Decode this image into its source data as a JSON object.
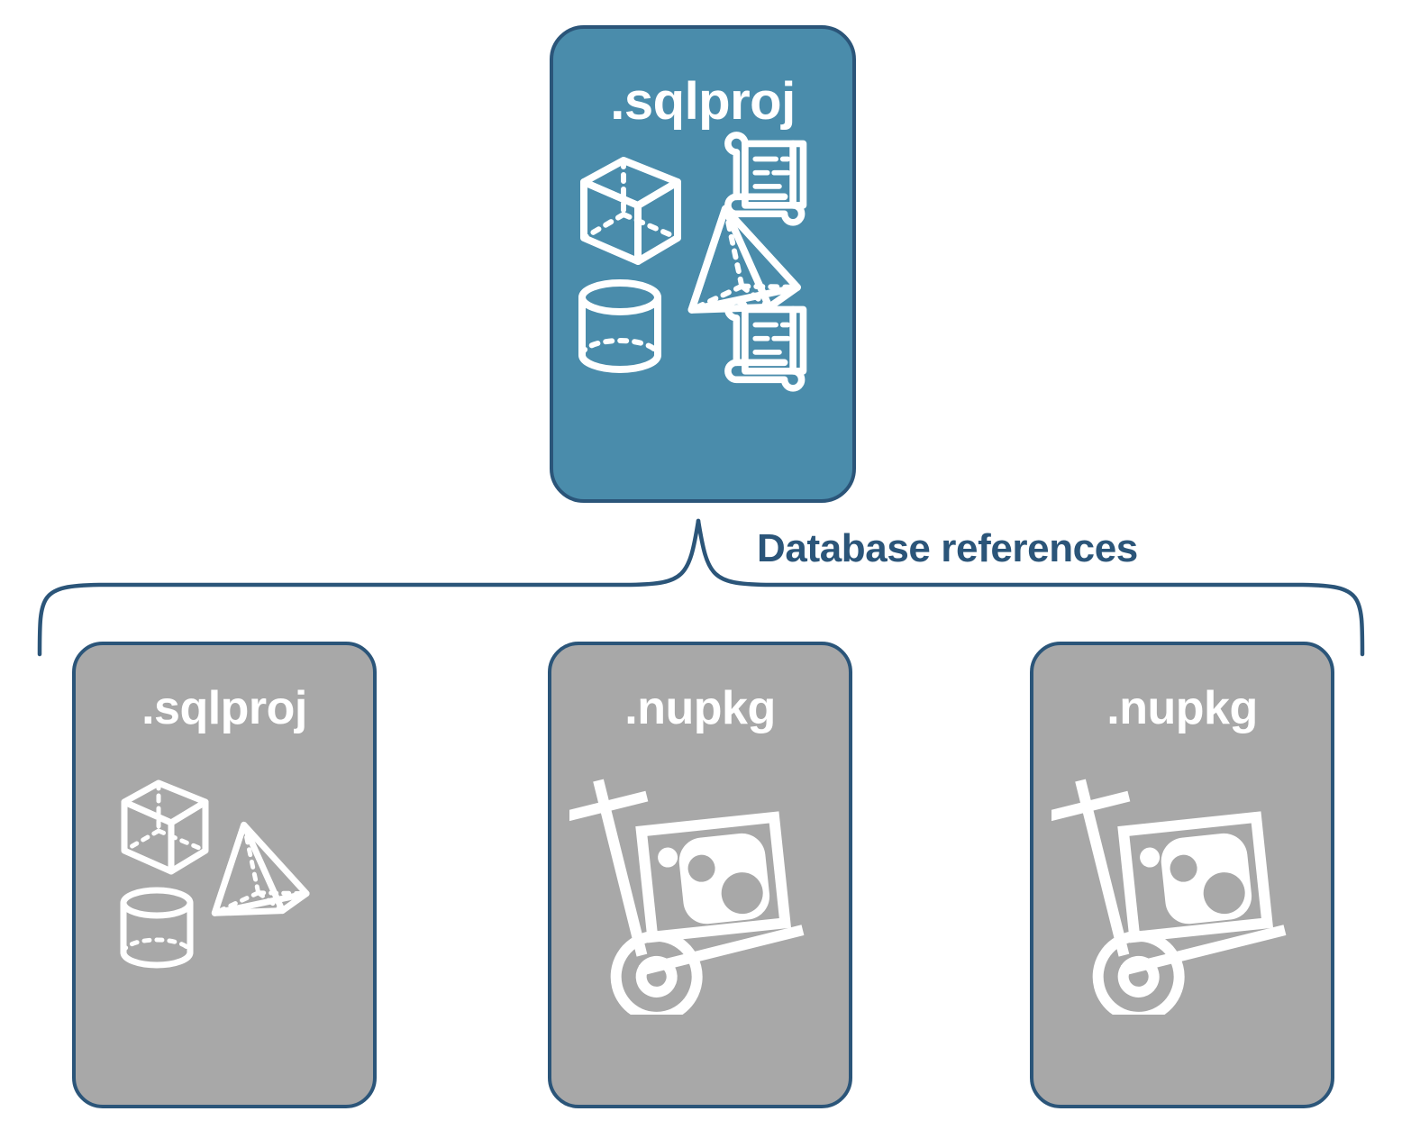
{
  "diagram": {
    "title_text": "Database references",
    "colors": {
      "primary_fill": "#4a8cab",
      "secondary_fill": "#a8a8a8",
      "stroke": "#2b5579",
      "label_text": "#2b5579",
      "node_text": "#ffffff",
      "background": "#ffffff"
    },
    "root": {
      "label": ".sqlproj",
      "icons": [
        "cube-icon",
        "pyramid-icon",
        "cylinder-icon",
        "scroll-icon",
        "scroll-icon"
      ]
    },
    "connector": {
      "label": "Database references",
      "type": "curly-brace"
    },
    "children": [
      {
        "label": ".sqlproj",
        "icons": [
          "cube-icon",
          "pyramid-icon",
          "cylinder-icon"
        ]
      },
      {
        "label": ".nupkg",
        "icons": [
          "nuget-package-handtruck-icon"
        ]
      },
      {
        "label": ".nupkg",
        "icons": [
          "nuget-package-handtruck-icon"
        ]
      }
    ]
  }
}
